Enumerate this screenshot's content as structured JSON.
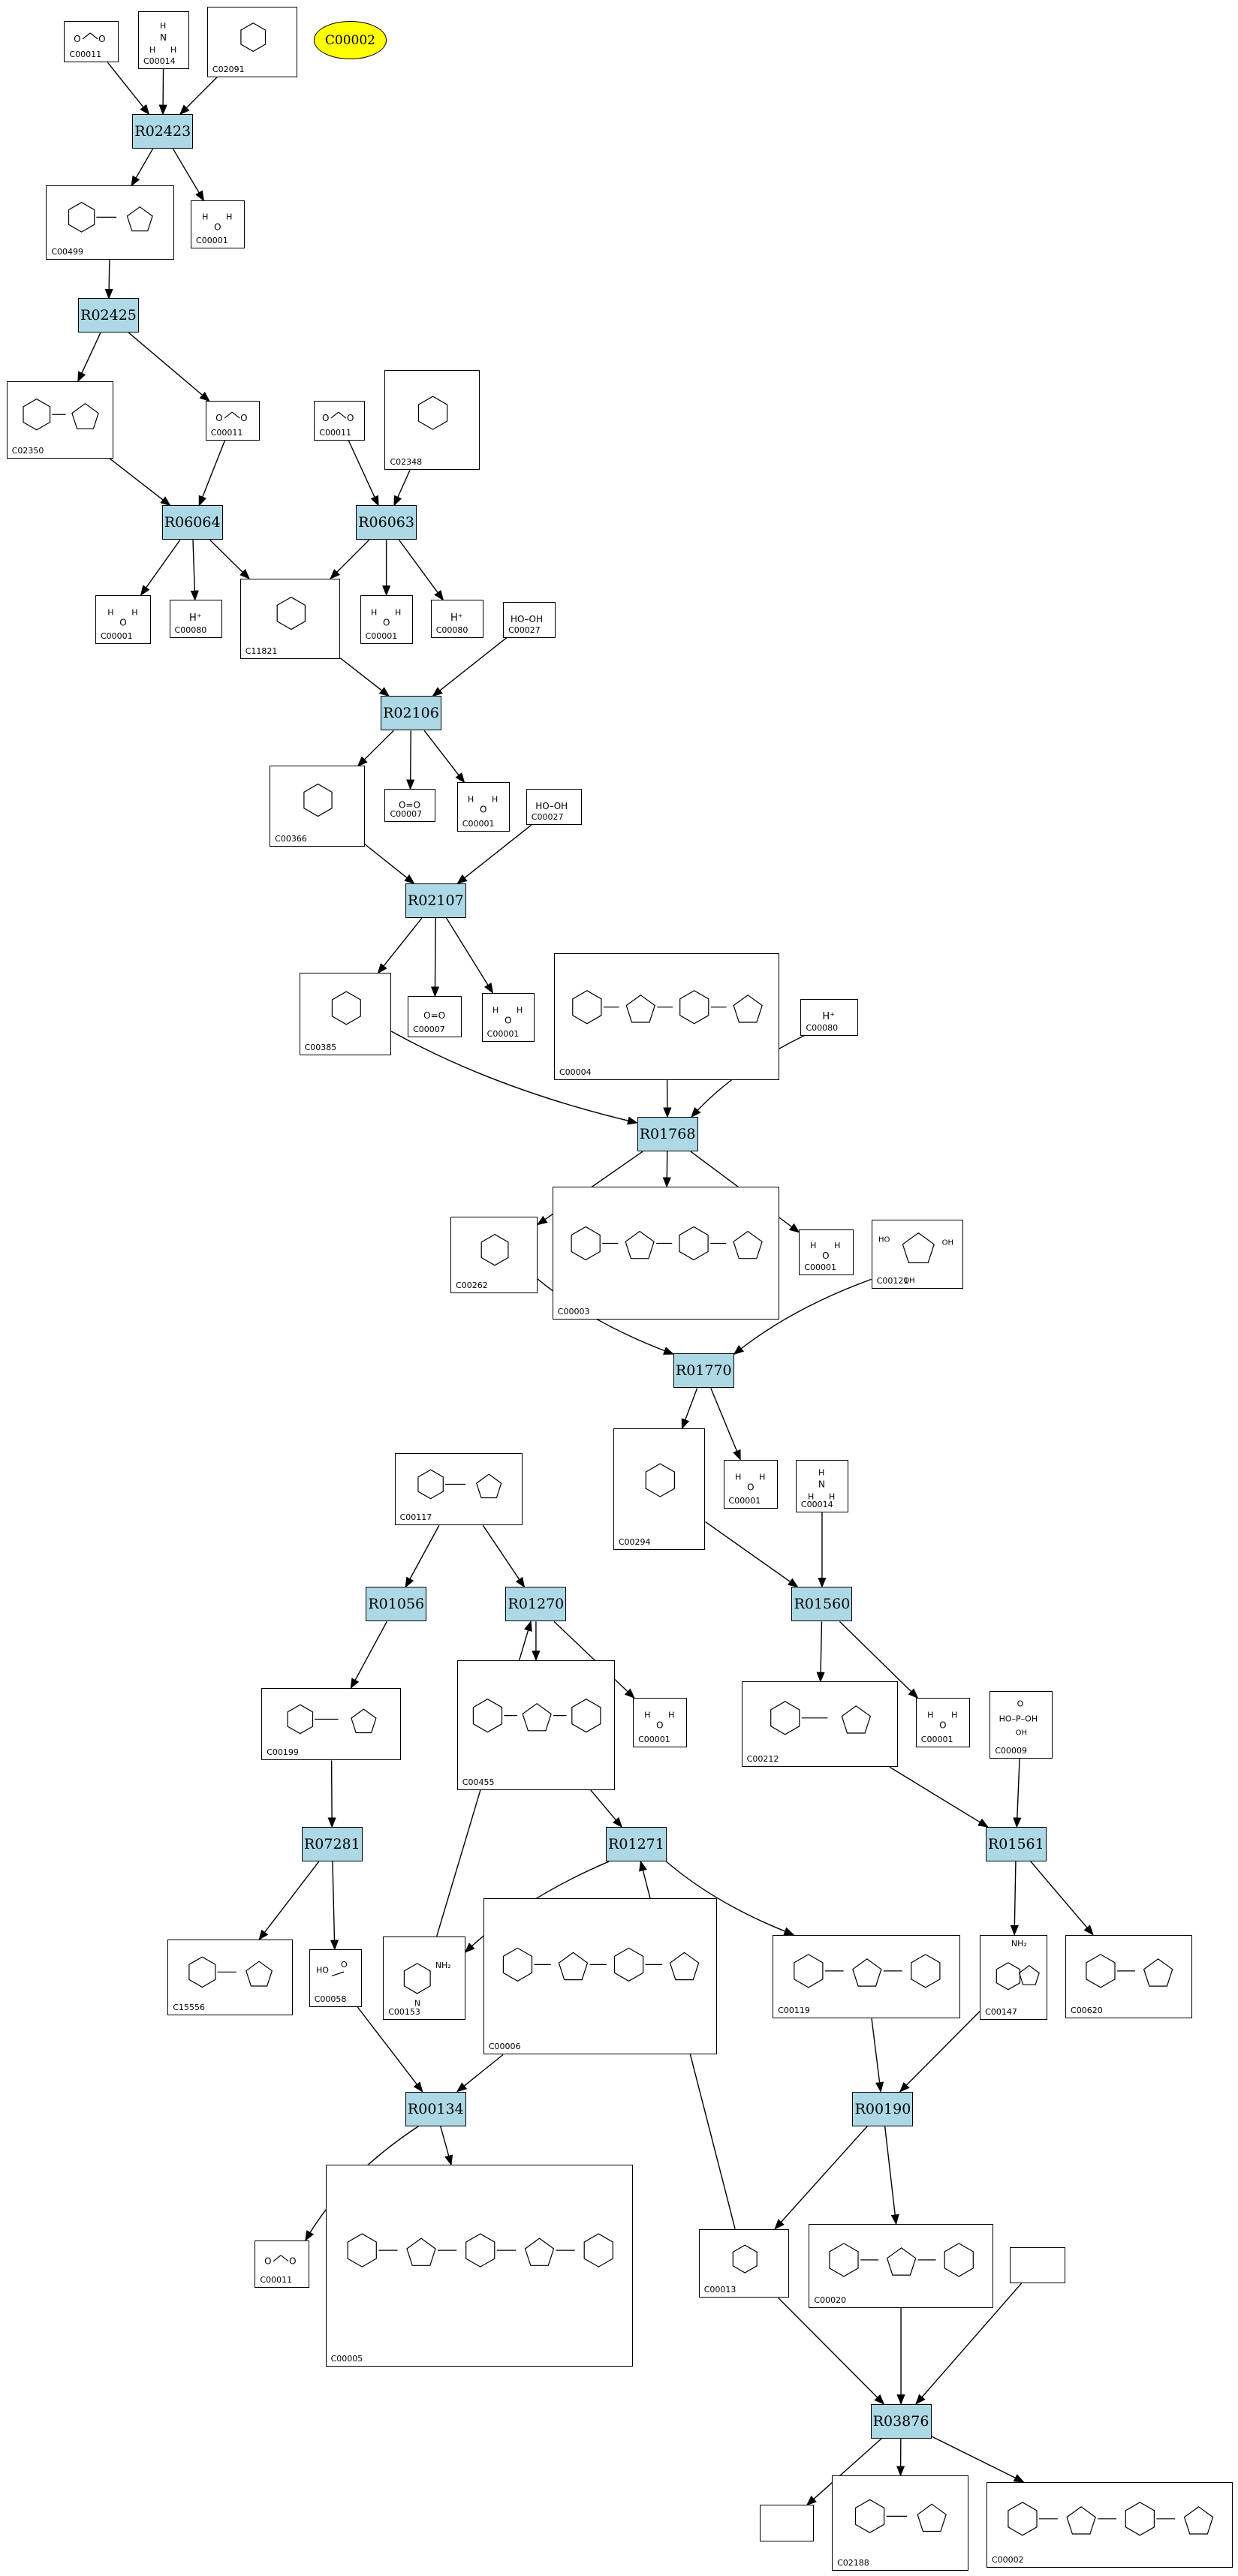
{
  "highlight": "C00002",
  "reactions": [
    "R02423",
    "R02425",
    "R06064",
    "R06063",
    "R02106",
    "R02107",
    "R01768",
    "R01770",
    "R01056",
    "R01270",
    "R01560",
    "R07281",
    "R01271",
    "R01561",
    "R00134",
    "R00190",
    "R03876"
  ],
  "compounds": [
    "C00011",
    "C00014",
    "C02091",
    "C00499",
    "C00001",
    "C02350",
    "C00011",
    "C00011",
    "C02348",
    "C00001",
    "C00080",
    "C11821",
    "C00001",
    "C00080",
    "C00027",
    "C00366",
    "C00007",
    "C00001",
    "C00027",
    "C00385",
    "C00007",
    "C00001",
    "C00004",
    "C00080",
    "C00262",
    "C00003",
    "C00001",
    "C00121",
    "C00117",
    "C00294",
    "C00001",
    "C00014",
    "C00455",
    "C00001",
    "C00212",
    "C00001",
    "C00009",
    "C00199",
    "C15556",
    "C00058",
    "C00153",
    "C00006",
    "C00119",
    "C00147",
    "C00620",
    "C00011",
    "C00005",
    "C00013",
    "C00020",
    "C02188",
    "C00002"
  ],
  "colors": {
    "reaction_fill": "#add8e6",
    "highlight_fill": "#ffff00",
    "edge": "#000000"
  }
}
